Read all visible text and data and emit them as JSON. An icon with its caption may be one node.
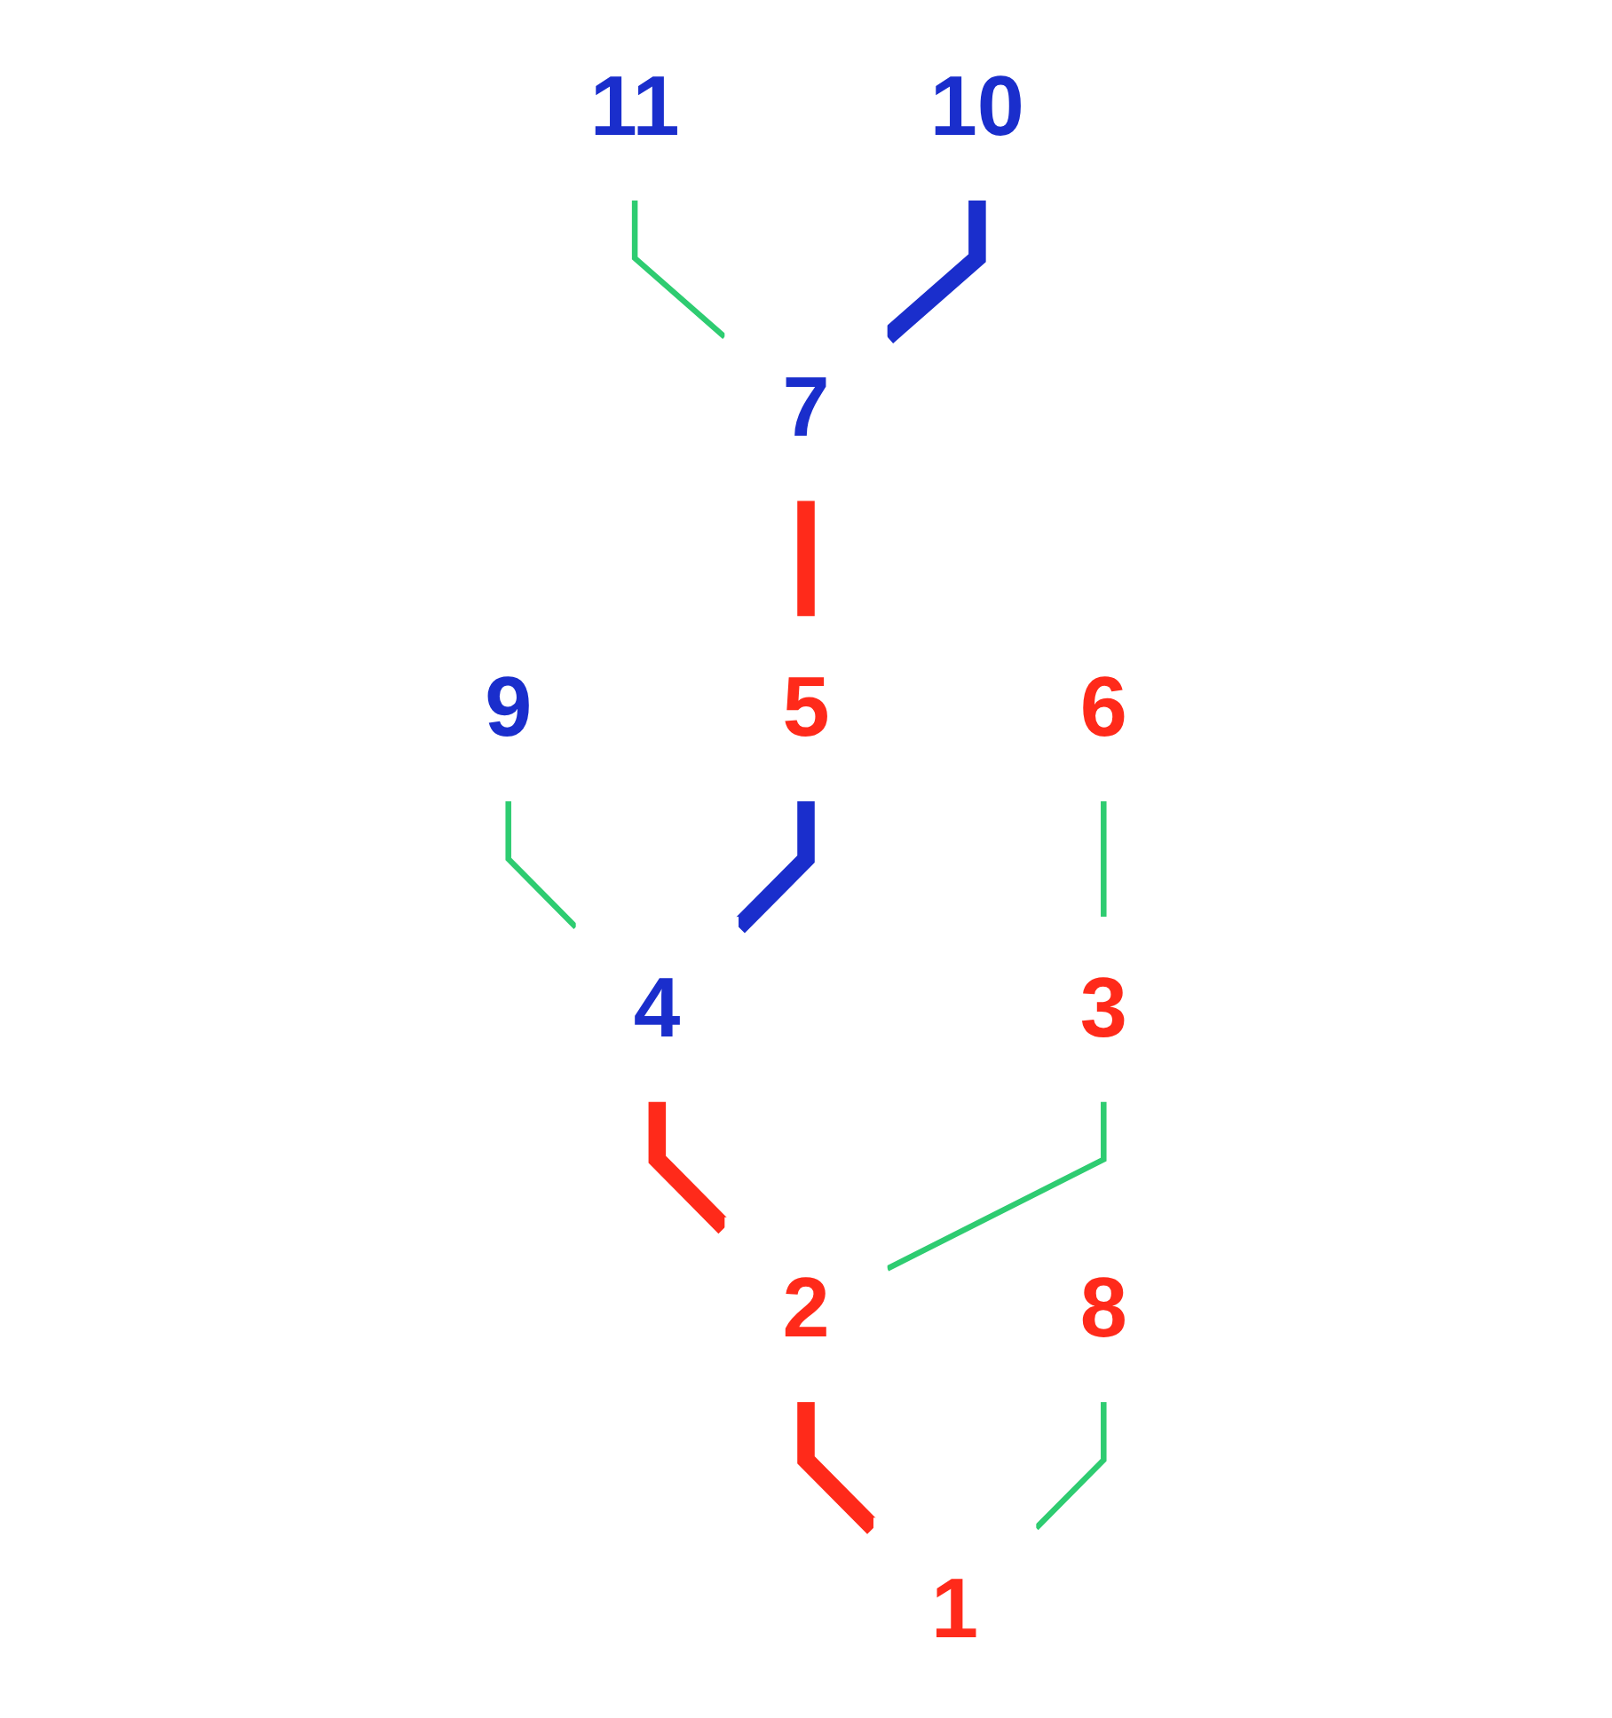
{
  "diagram": {
    "nodes": [
      {
        "text": [
          "11"
        ]
      },
      {
        "text": [
          "10"
        ]
      },
      {
        "text": [
          "7"
        ]
      },
      {
        "text": [
          "9"
        ]
      },
      {
        "text": [
          "5"
        ]
      },
      {
        "text": [
          "6"
        ]
      },
      {
        "text": [
          "4"
        ]
      },
      {
        "text": [
          "3"
        ]
      },
      {
        "text": [
          "2"
        ]
      },
      {
        "text": [
          "8"
        ]
      },
      {
        "text": [
          "1"
        ]
      }
    ],
    "edges": [
      {
        "from": 10,
        "to": 8,
        "arrow": "none",
        "style": "thick",
        "color": "#ff2a1a"
      },
      {
        "from": 10,
        "to": 9,
        "arrow": "none"
      },
      {
        "from": 8,
        "to": 6,
        "arrow": "none",
        "style": "thick",
        "color": "#ff2a1a"
      },
      {
        "from": 8,
        "to": 7,
        "arrow": "none"
      },
      {
        "from": 7,
        "to": 5,
        "arrow": "none"
      },
      {
        "from": 6,
        "to": 3,
        "arrow": "none"
      },
      {
        "from": 6,
        "to": 4,
        "arrow": "none",
        "style": "thick",
        "color": "#1a2ecc"
      },
      {
        "from": 4,
        "to": 2,
        "arrow": "none",
        "style": "thick",
        "color": "#ff2a1a"
      },
      {
        "from": 2,
        "to": 0,
        "arrow": "none"
      },
      {
        "from": 2,
        "to": 1,
        "arrow": "none",
        "style": "thick",
        "color": "#1a2ecc"
      }
    ]
  }
}
